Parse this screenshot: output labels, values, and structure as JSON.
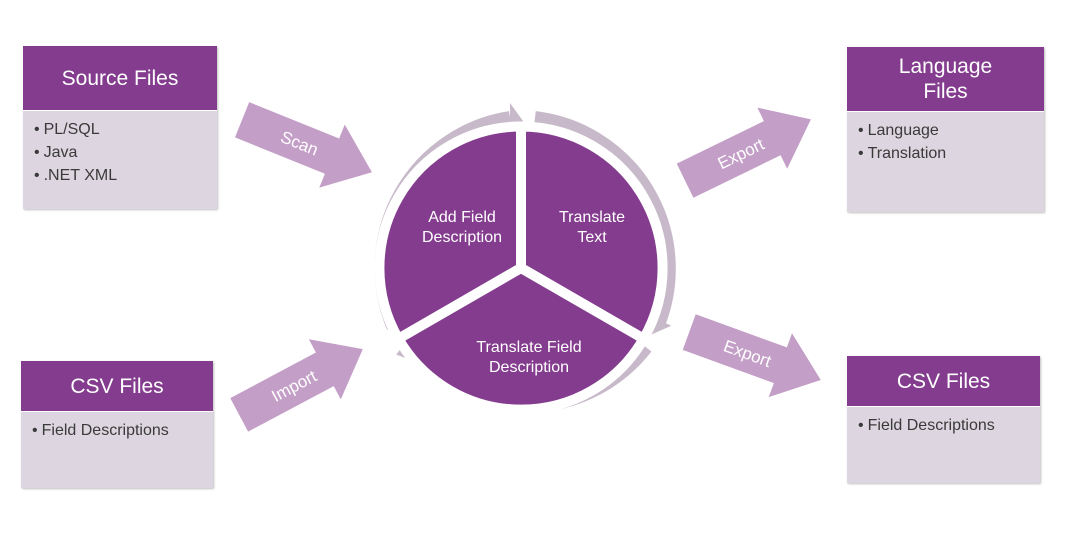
{
  "source_box": {
    "title": "Source Files",
    "items": [
      "PL/SQL",
      "Java",
      ".NET XML"
    ]
  },
  "csv_in_box": {
    "title": "CSV Files",
    "items": [
      "Field Descriptions"
    ]
  },
  "language_box": {
    "title_line1": "Language",
    "title_line2": "Files",
    "items": [
      "Language",
      "Translation"
    ]
  },
  "csv_out_box": {
    "title": "CSV Files",
    "items": [
      "Field Descriptions"
    ]
  },
  "arrows": {
    "scan": "Scan",
    "import": "Import",
    "export_language": "Export",
    "export_csv": "Export"
  },
  "cycle": {
    "add_field": [
      "Add Field",
      "Description"
    ],
    "translate_text": [
      "Translate",
      "Text"
    ],
    "translate_field": [
      "Translate Field",
      "Description"
    ]
  },
  "colors": {
    "header_purple": "#843c8e",
    "body_lilac": "#ddd5df",
    "arrow_lilac": "#c39ec7",
    "ring_gray": "#c8b9ca"
  }
}
